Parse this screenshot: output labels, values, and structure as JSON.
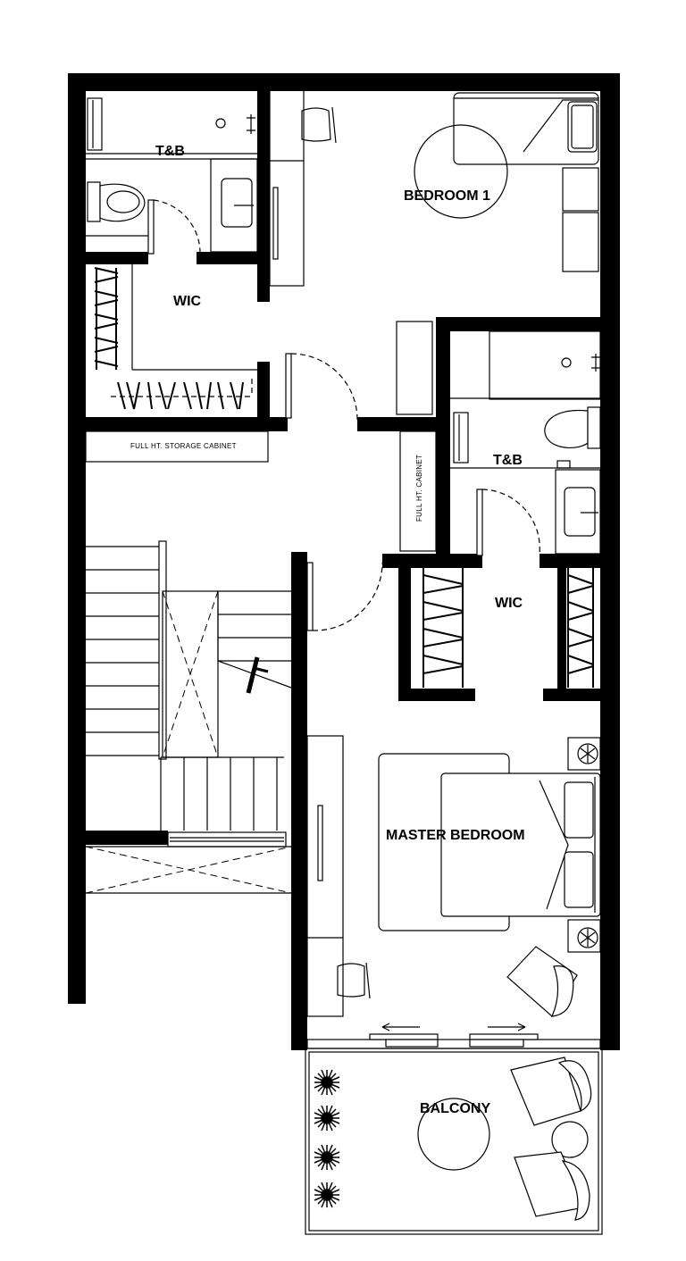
{
  "rooms": {
    "tb_top": "T&B",
    "bedroom1": "BEDROOM 1",
    "wic_top": "WIC",
    "storage": "FULL HT. STORAGE CABINET",
    "cabinet": "FULL HT. CABINET",
    "tb_right": "T&B",
    "wic_right": "WIC",
    "master": "MASTER BEDROOM",
    "balcony": "BALCONY"
  }
}
